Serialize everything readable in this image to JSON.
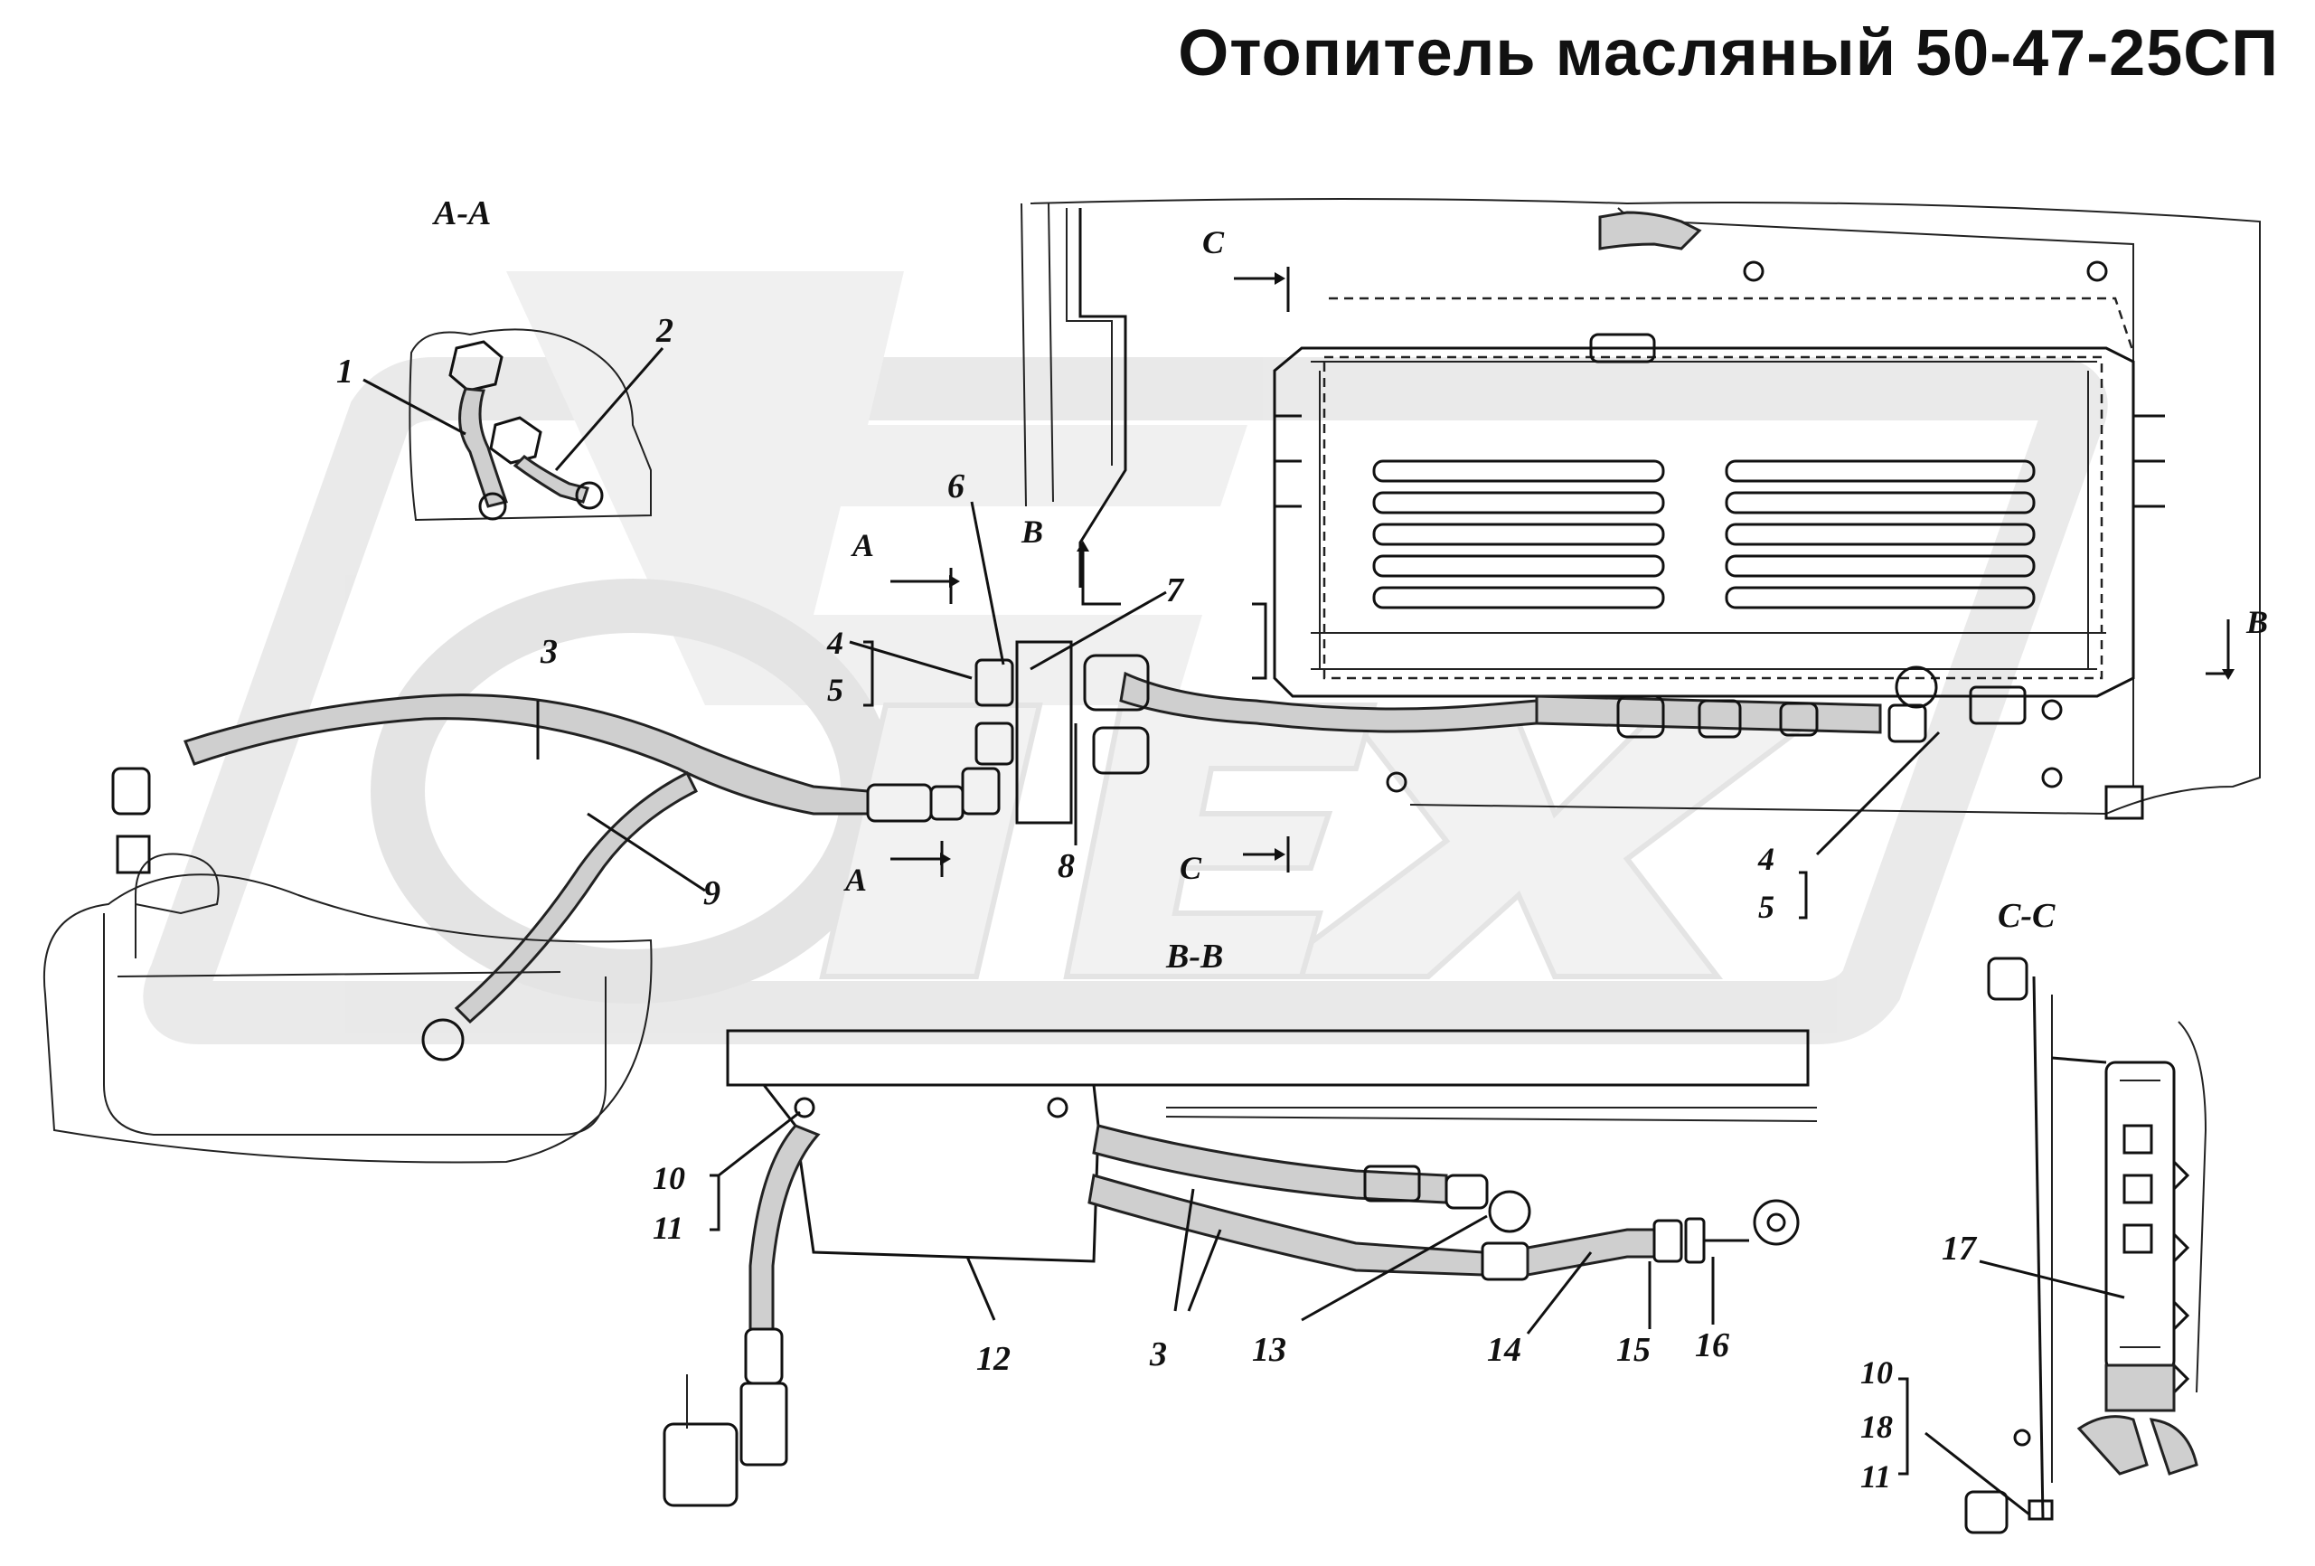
{
  "title": "Отопитель масляный 50-47-25СП",
  "watermark": {
    "text": "OPEX",
    "color": "#d8d8d8"
  },
  "colors": {
    "background": "#ffffff",
    "ink": "#111111",
    "watermark": "#d8d8d8"
  },
  "sections": {
    "aa": "A-A",
    "bb": "B-B",
    "cc": "C-C",
    "a_mark": "A",
    "b_mark": "B",
    "c_mark": "C"
  },
  "callouts": {
    "n1": "1",
    "n2": "2",
    "n3": "3",
    "n4": "4",
    "n5": "5",
    "n6": "6",
    "n7": "7",
    "n8": "8",
    "n9": "9",
    "n10": "10",
    "n11": "11",
    "n12": "12",
    "n13": "13",
    "n14": "14",
    "n15": "15",
    "n16": "16",
    "n17": "17",
    "n18": "18"
  }
}
